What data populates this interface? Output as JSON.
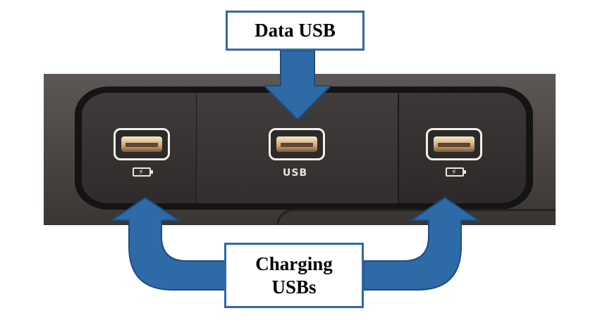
{
  "labels": {
    "data_usb": "Data USB",
    "charging_line1": "Charging",
    "charging_line2": "USBs"
  },
  "panel": {
    "center_port_text": "USB"
  },
  "icons": {
    "left_port_icon": "battery-charge-icon",
    "right_port_icon": "battery-charge-icon",
    "arrow_style": "block-arrow"
  },
  "colors": {
    "arrow_fill": "#2f6aa8",
    "arrow_outline": "#1e4d80",
    "box_border": "#2f6aa8"
  }
}
